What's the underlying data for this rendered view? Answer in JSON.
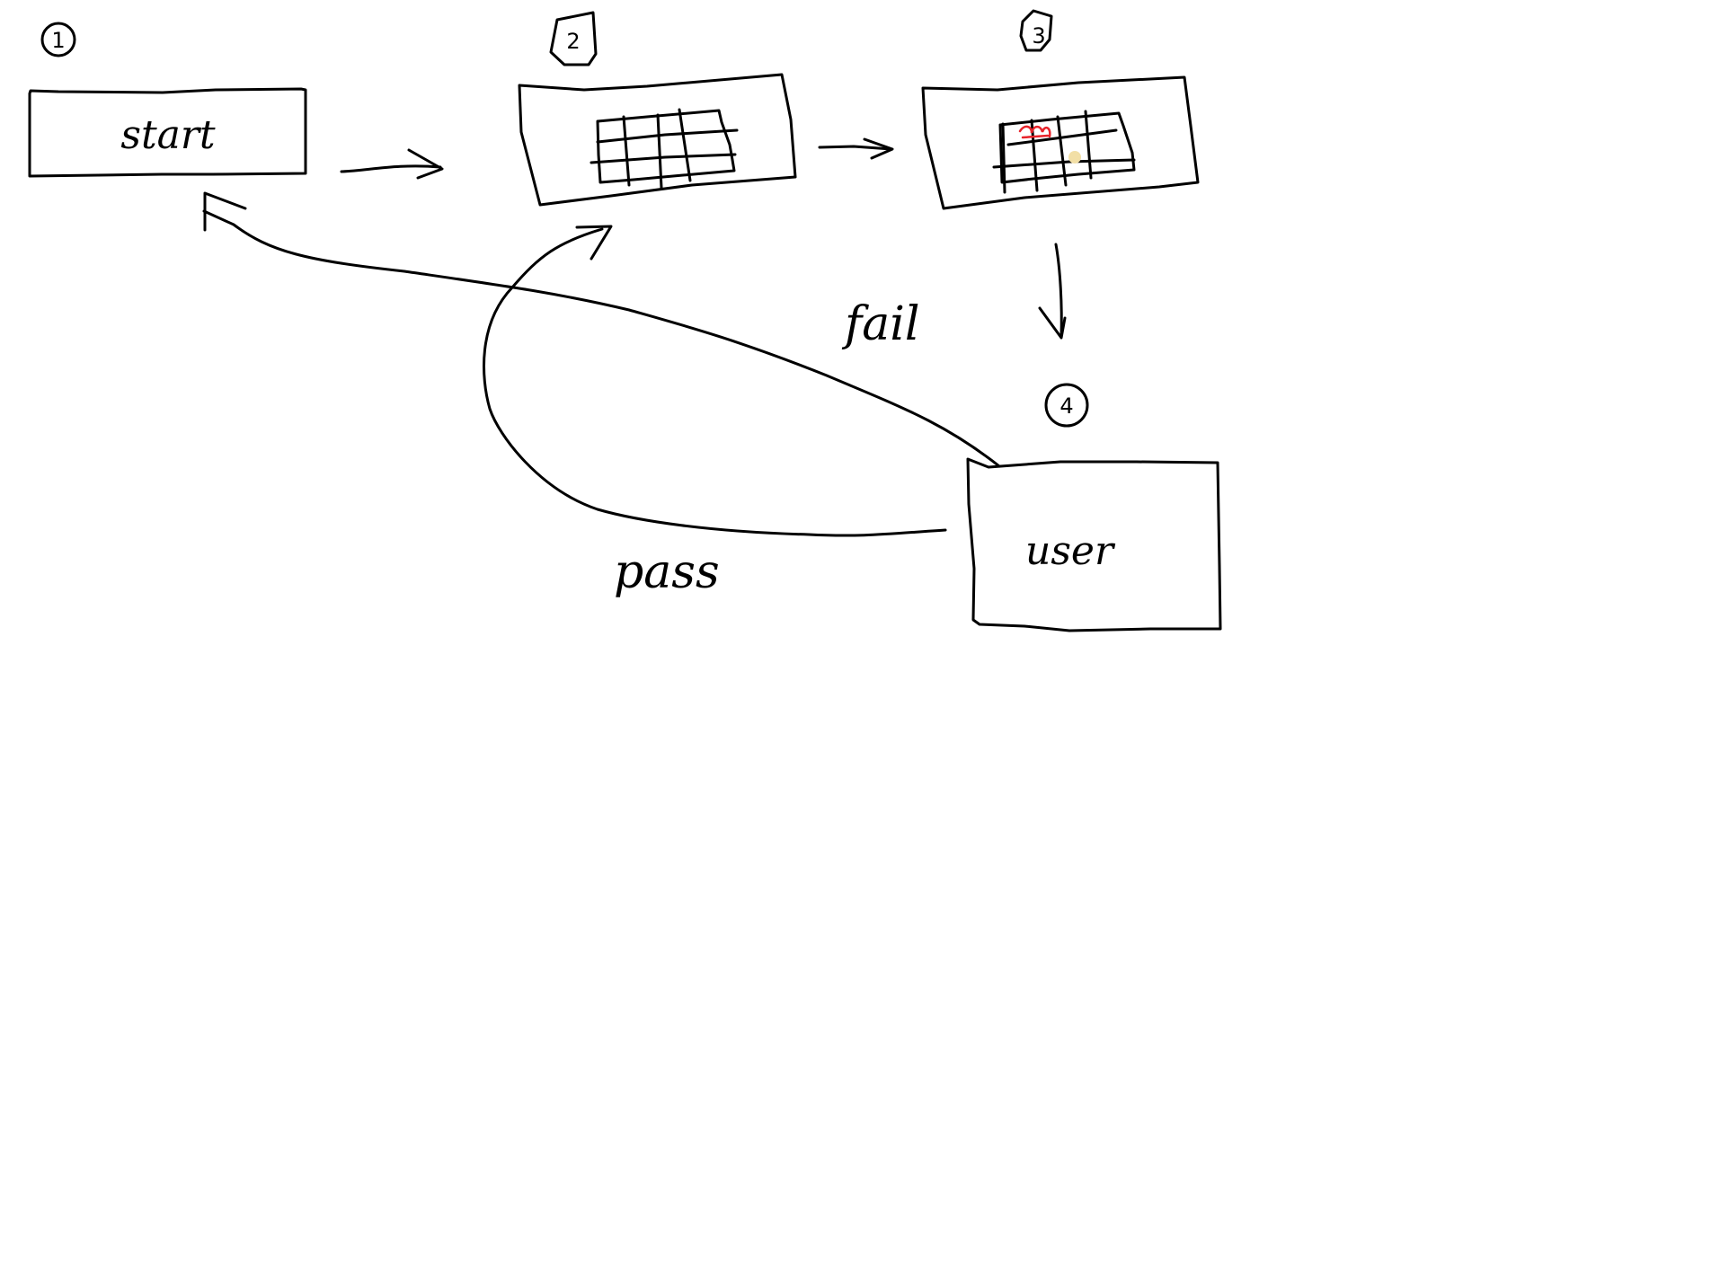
{
  "steps": [
    {
      "number": "1",
      "label": "start"
    },
    {
      "number": "2",
      "label": ""
    },
    {
      "number": "3",
      "label": ""
    },
    {
      "number": "4",
      "label": "user"
    }
  ],
  "edges": {
    "fail_label": "fail",
    "pass_label": "pass"
  },
  "colors": {
    "ink": "#000000",
    "highlight_mark": "#e8232a",
    "tan_dot": "#f2dfa6",
    "background": "#ffffff"
  }
}
